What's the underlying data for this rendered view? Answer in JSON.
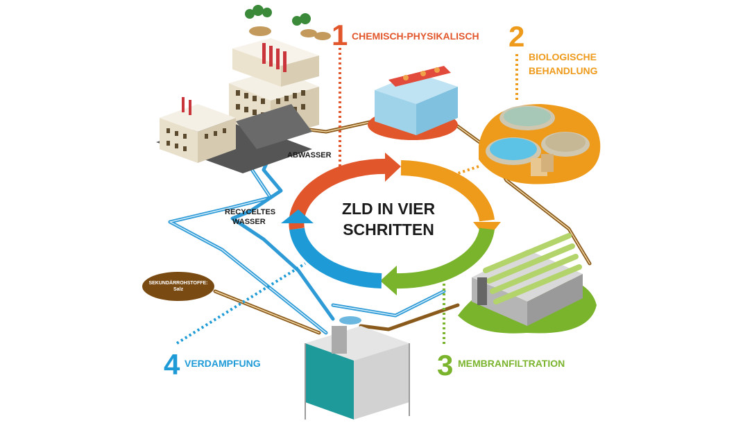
{
  "center": {
    "line1": "ZLD IN VIER",
    "line2": "SCHRITTEN"
  },
  "steps": [
    {
      "number": "1",
      "label": "CHEMISCH-PHYSIKALISCH",
      "color": "#e2562b"
    },
    {
      "number": "2",
      "label_line1": "BIOLOGISCHE",
      "label_line2": "BEHANDLUNG",
      "color": "#ee9a1a"
    },
    {
      "number": "3",
      "label": "MEMBRANFILTRATION",
      "color": "#7ab42c"
    },
    {
      "number": "4",
      "label": "VERDAMPFUNG",
      "color": "#1e9bd7"
    }
  ],
  "flows": {
    "abwasser": "ABWASSER",
    "recycled_line1": "RECYCELTES",
    "recycled_line2": "WASSER"
  },
  "byproduct": {
    "line1": "SEKUNDÄRROHSTOFFE:",
    "line2": "Salz",
    "color": "#7a4a13"
  },
  "colors": {
    "pipe_brown": "#8a5a1c",
    "pipe_blue": "#2e9ad6",
    "ground": "#5a5a5a"
  }
}
